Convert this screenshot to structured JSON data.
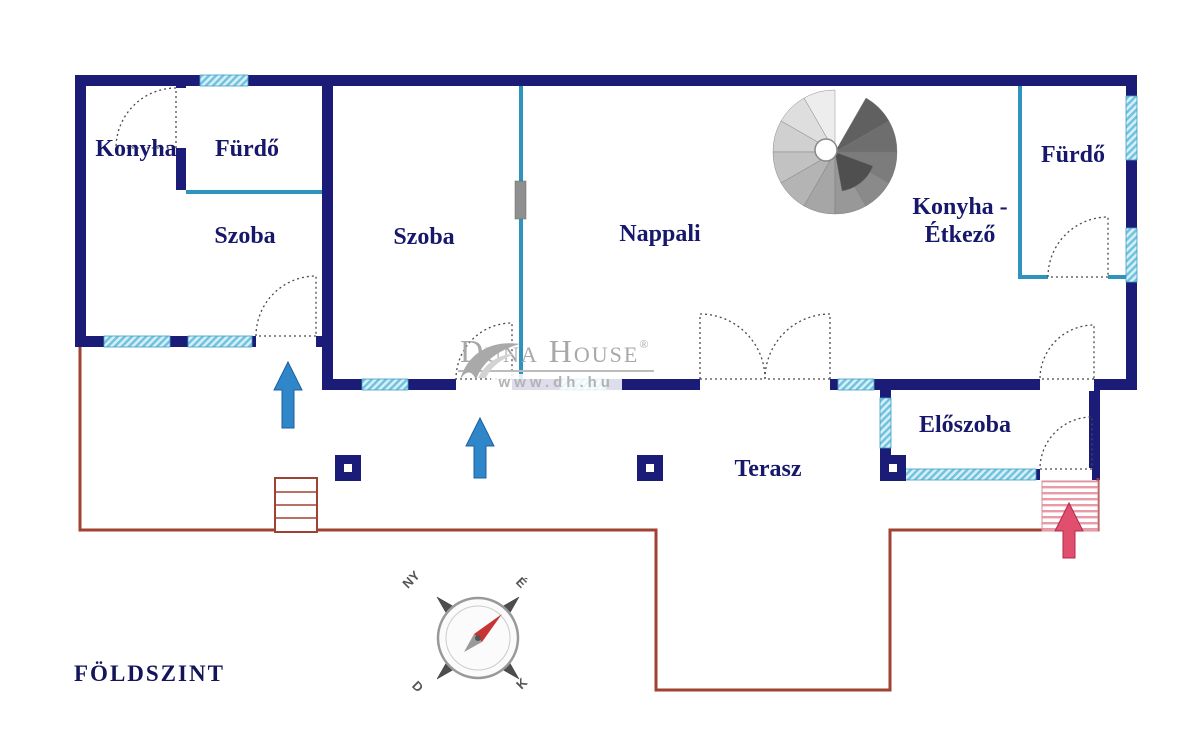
{
  "floor_title": "FÖLDSZINT",
  "rooms": {
    "konyha": "Konyha",
    "furdo_left": "Fürdő",
    "szoba_left": "Szoba",
    "szoba_middle": "Szoba",
    "nappali": "Nappali",
    "konyha_etkezo": {
      "line1": "Konyha -",
      "line2": "Étkező"
    },
    "furdo_right": "Fürdő",
    "eloszoba": "Előszoba",
    "terasz": "Terasz"
  },
  "compass": {
    "northwest": "NY",
    "north": "É",
    "south": "D",
    "east": "K"
  },
  "watermark": {
    "brand": "Duna House",
    "registered": "®",
    "url": "www.dh.hu"
  },
  "colors": {
    "wall": "#1b1b78",
    "window_accent": "#3f9fc4",
    "partition": "#2e93bd",
    "terrace": "#a04231",
    "arrow_blue": "#2f86c9",
    "arrow_red": "#e14f6e",
    "label_text": "#17176b",
    "watermark_gray": "#a8a8a8"
  }
}
